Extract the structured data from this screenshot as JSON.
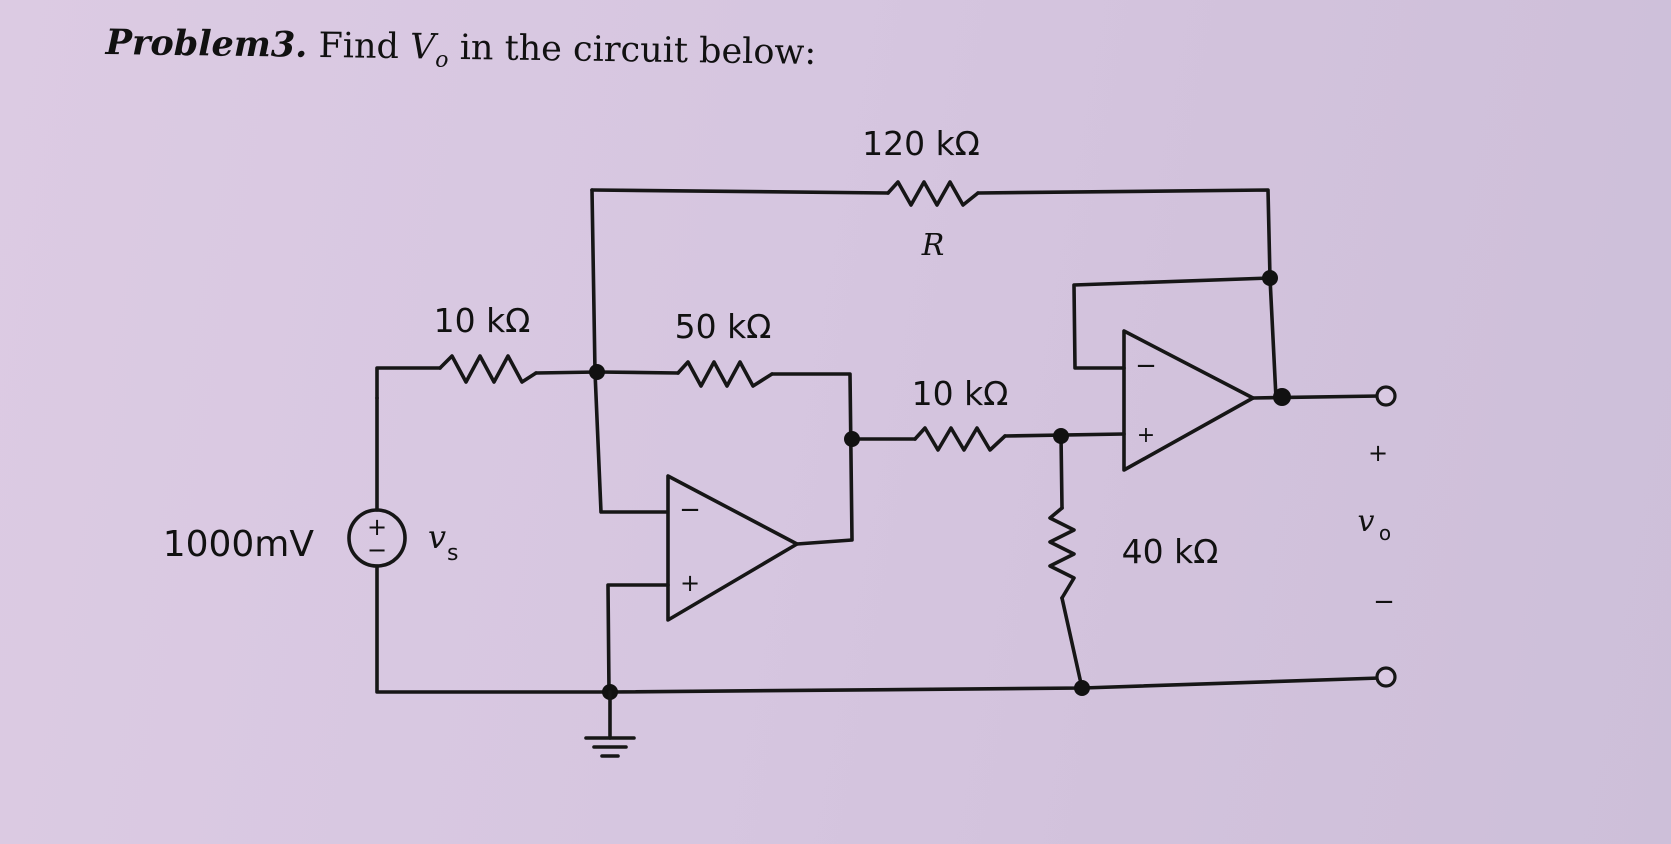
{
  "problem": {
    "label": "Problem3.",
    "text_before": " Find ",
    "variable": "V",
    "variable_sub": "o",
    "text_after": " in the circuit below:"
  },
  "circuit": {
    "source": {
      "value": "1000mV",
      "name": "v",
      "name_sub": "s",
      "plus": "+",
      "minus": "−"
    },
    "resistors": {
      "r_in": "10 kΩ",
      "r_f1": "50 kΩ",
      "r_fb": "120 kΩ",
      "r_fb_name": "R",
      "r_mid": "10 kΩ",
      "r_shunt": "40 kΩ"
    },
    "opamp1": {
      "inverting": "−",
      "noninverting": "+"
    },
    "opamp2": {
      "inverting": "−",
      "noninverting": "+"
    },
    "output": {
      "name": "v",
      "name_sub": "o",
      "plus": "+",
      "minus": "−"
    }
  }
}
